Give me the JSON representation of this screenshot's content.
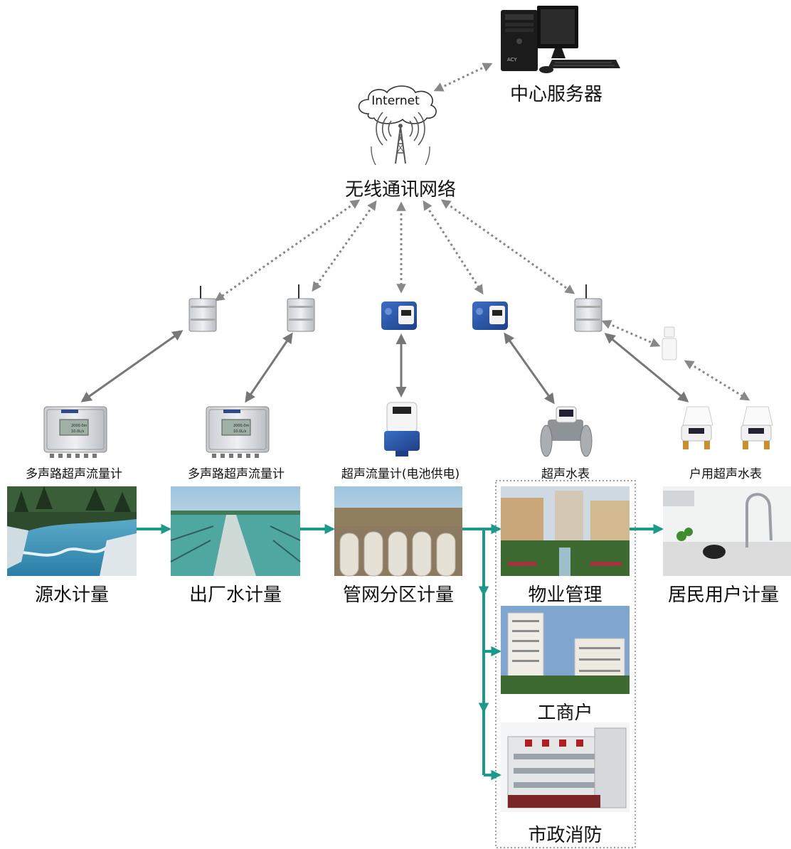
{
  "server": {
    "label": "中心服务器",
    "brand": "ACY"
  },
  "cloud": {
    "label": "Internet"
  },
  "network": {
    "label": "无线通讯网络"
  },
  "devices": [
    {
      "label": "多声路超声流量计",
      "display": [
        "2000.0m",
        "10.0L/s"
      ]
    },
    {
      "label": "多声路超声流量计",
      "display": [
        "2000.0m",
        "10.0L/s"
      ]
    },
    {
      "label": "超声流量计(电池供电)"
    },
    {
      "label": "超声水表"
    },
    {
      "label": "户用超声水表"
    }
  ],
  "stages": [
    {
      "label": "源水计量"
    },
    {
      "label": "出厂水计量"
    },
    {
      "label": "管网分区计量"
    },
    {
      "label": "居民用户计量"
    }
  ],
  "branches": [
    {
      "label": "物业管理"
    },
    {
      "label": "工商户"
    },
    {
      "label": "市政消防"
    }
  ],
  "colors": {
    "flow": "#1a9a8a",
    "link": "#777777",
    "dotted": "#888888"
  }
}
